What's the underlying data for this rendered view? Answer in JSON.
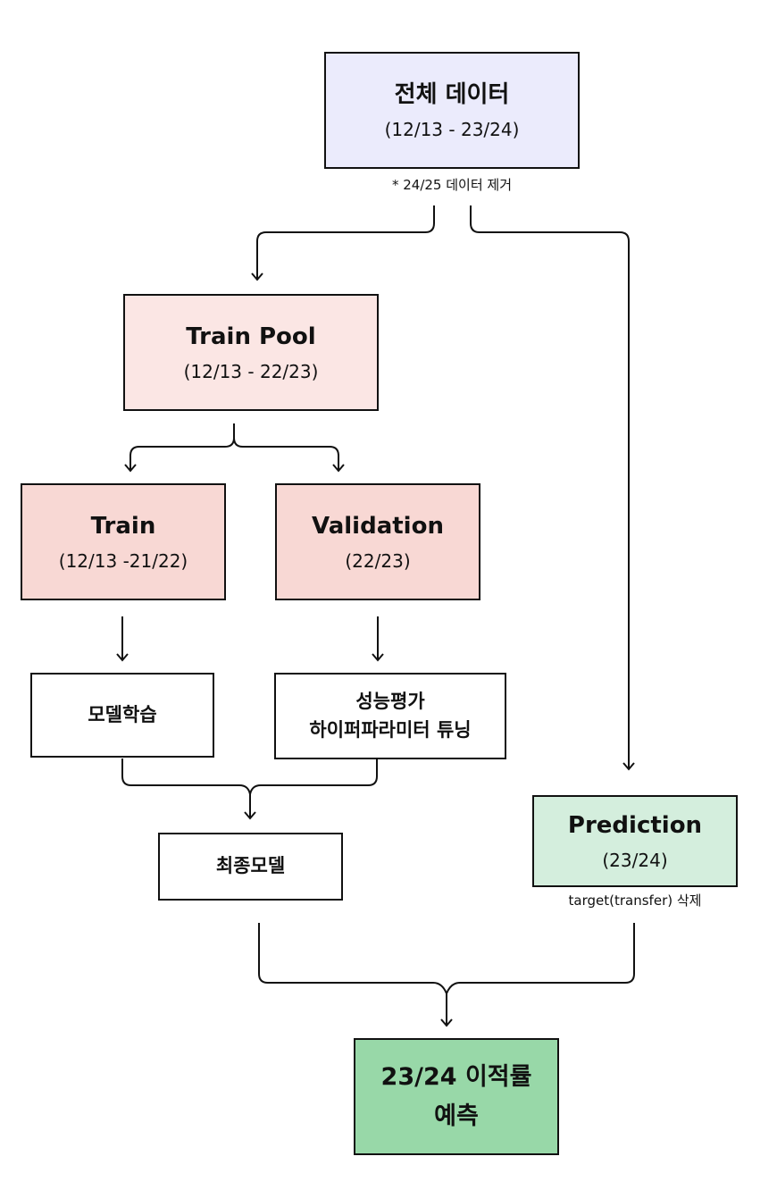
{
  "all_data": {
    "title": "전체 데이터",
    "period": "(12/13 - 23/24)",
    "note": "* 24/25 데이터 제거"
  },
  "train_pool": {
    "title": "Train Pool",
    "period": "(12/13 - 22/23)"
  },
  "train": {
    "title": "Train",
    "period": "(12/13 -21/22)"
  },
  "validation": {
    "title": "Validation",
    "period": "(22/23)"
  },
  "model_training": {
    "label": "모델학습"
  },
  "evaluation": {
    "line1": "성능평가",
    "line2": "하이퍼파라미터 튜닝"
  },
  "final_model": {
    "label": "최종모델"
  },
  "prediction": {
    "title": "Prediction",
    "period": "(23/24)",
    "note": "target(transfer) 삭제"
  },
  "result": {
    "line1": "23/24 이적률",
    "line2": "예측"
  },
  "colors": {
    "all_data_fill": "#ebebfc",
    "train_pool_fill": "#fbe6e4",
    "train_fill": "#f8d8d4",
    "prediction_fill": "#d4eedd",
    "result_fill": "#98d8a8"
  }
}
